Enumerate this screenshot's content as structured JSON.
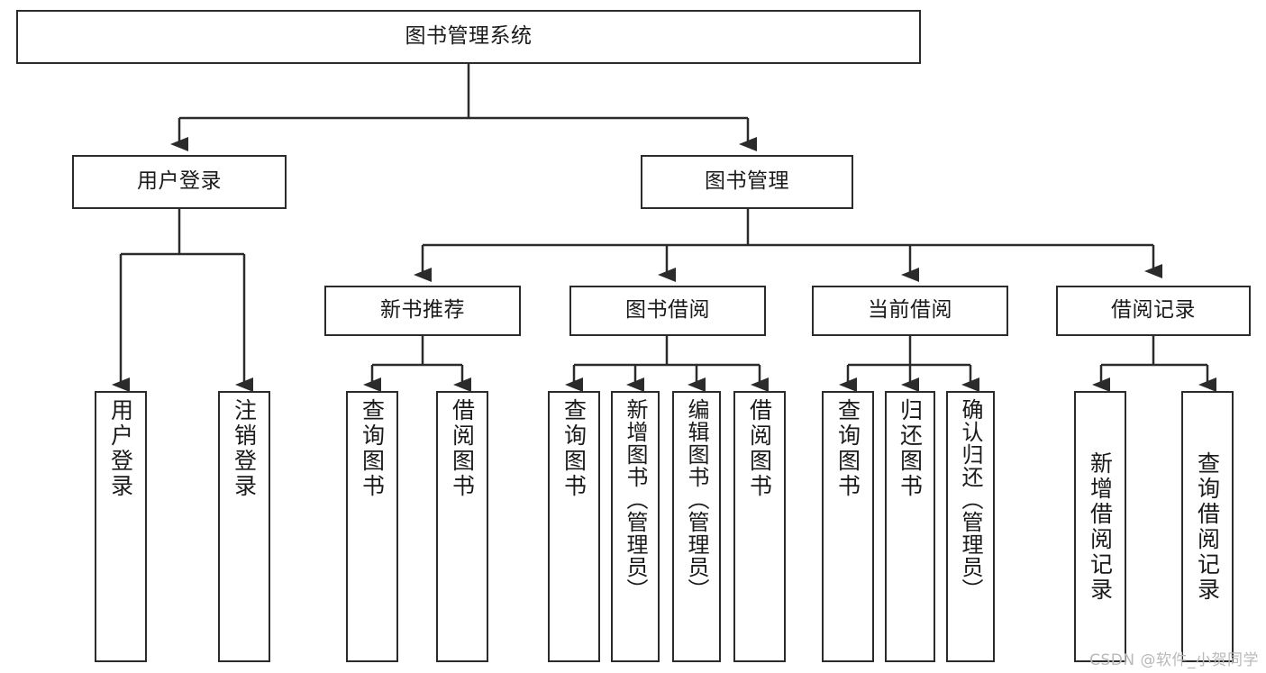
{
  "diagram": {
    "title": "图书管理系统",
    "type": "hierarchy-tree",
    "levels": [
      {
        "level": 1,
        "nodes": [
          {
            "id": "root",
            "label": "图书管理系统",
            "orientation": "horizontal"
          }
        ]
      },
      {
        "level": 2,
        "nodes": [
          {
            "id": "login",
            "label": "用户登录",
            "orientation": "horizontal"
          },
          {
            "id": "bookmgmt",
            "label": "图书管理",
            "orientation": "horizontal"
          }
        ]
      },
      {
        "level": 3,
        "nodes": [
          {
            "id": "newbook",
            "label": "新书推荐",
            "orientation": "horizontal"
          },
          {
            "id": "borrow",
            "label": "图书借阅",
            "orientation": "horizontal"
          },
          {
            "id": "current",
            "label": "当前借阅",
            "orientation": "horizontal"
          },
          {
            "id": "records",
            "label": "借阅记录",
            "orientation": "horizontal"
          }
        ]
      },
      {
        "level": 4,
        "nodes": [
          {
            "id": "leaf-user-login",
            "label": "用户登录",
            "orientation": "vertical"
          },
          {
            "id": "leaf-user-logout",
            "label": "注销登录",
            "orientation": "vertical"
          },
          {
            "id": "leaf-query-book-1",
            "label": "查询图书",
            "orientation": "vertical"
          },
          {
            "id": "leaf-borrow-book-1",
            "label": "借阅图书",
            "orientation": "vertical"
          },
          {
            "id": "leaf-query-book-2",
            "label": "查询图书",
            "orientation": "vertical"
          },
          {
            "id": "leaf-add-book",
            "label": "新增图书（管理员）",
            "orientation": "vertical"
          },
          {
            "id": "leaf-edit-book",
            "label": "编辑图书（管理员）",
            "orientation": "vertical"
          },
          {
            "id": "leaf-borrow-book-2",
            "label": "借阅图书",
            "orientation": "vertical"
          },
          {
            "id": "leaf-query-book-3",
            "label": "查询图书",
            "orientation": "vertical"
          },
          {
            "id": "leaf-return-book",
            "label": "归还图书",
            "orientation": "vertical"
          },
          {
            "id": "leaf-confirm-return",
            "label": "确认归还（管理员）",
            "orientation": "vertical"
          },
          {
            "id": "leaf-add-record",
            "label": "新增借阅记录",
            "orientation": "vertical"
          },
          {
            "id": "leaf-query-record",
            "label": "查询借阅记录",
            "orientation": "vertical"
          }
        ]
      }
    ],
    "edges": [
      {
        "from": "root",
        "to": "login"
      },
      {
        "from": "root",
        "to": "bookmgmt"
      },
      {
        "from": "login",
        "to": "leaf-user-login"
      },
      {
        "from": "login",
        "to": "leaf-user-logout"
      },
      {
        "from": "bookmgmt",
        "to": "newbook"
      },
      {
        "from": "bookmgmt",
        "to": "borrow"
      },
      {
        "from": "bookmgmt",
        "to": "current"
      },
      {
        "from": "bookmgmt",
        "to": "records"
      },
      {
        "from": "newbook",
        "to": "leaf-query-book-1"
      },
      {
        "from": "newbook",
        "to": "leaf-borrow-book-1"
      },
      {
        "from": "borrow",
        "to": "leaf-query-book-2"
      },
      {
        "from": "borrow",
        "to": "leaf-add-book"
      },
      {
        "from": "borrow",
        "to": "leaf-edit-book"
      },
      {
        "from": "borrow",
        "to": "leaf-borrow-book-2"
      },
      {
        "from": "current",
        "to": "leaf-query-book-3"
      },
      {
        "from": "current",
        "to": "leaf-return-book"
      },
      {
        "from": "current",
        "to": "leaf-confirm-return"
      },
      {
        "from": "records",
        "to": "leaf-add-record"
      },
      {
        "from": "records",
        "to": "leaf-query-record"
      }
    ],
    "colors": {
      "border": "#2b2b2b",
      "background": "#ffffff",
      "text": "#1a1a1a",
      "watermark": "#b9b9b9"
    }
  },
  "watermark": {
    "text": "CSDN @软件_小贺同学"
  }
}
